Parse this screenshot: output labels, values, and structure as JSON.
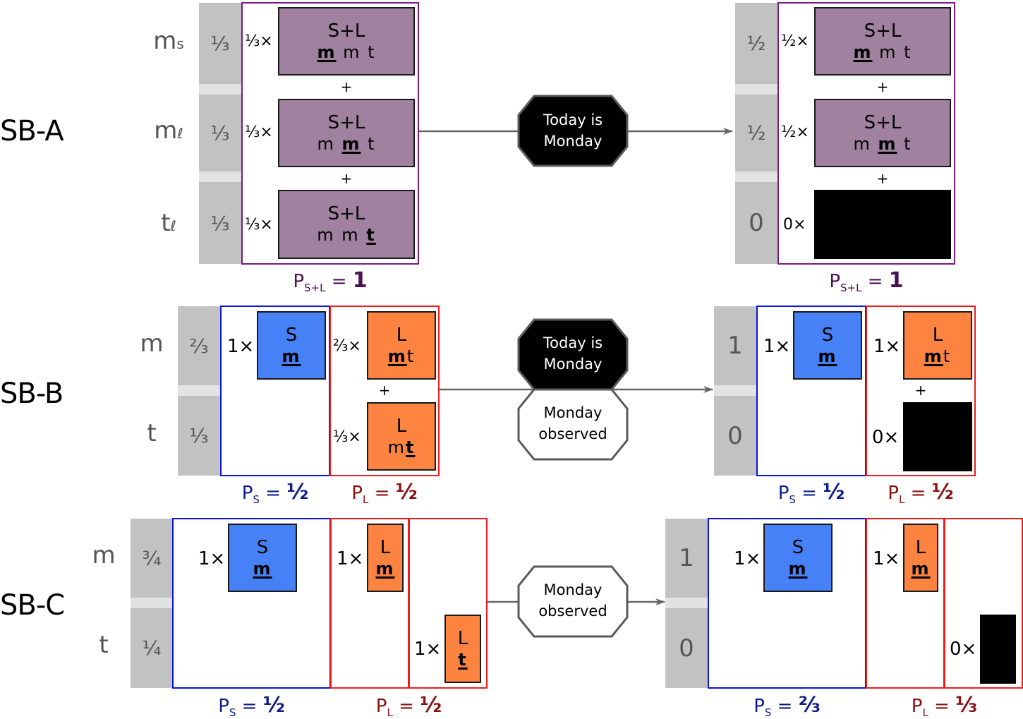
{
  "colors": {
    "purple_frame": "#7b1a86",
    "purple_box": "#a0819f",
    "blue_frame": "#0a14e6",
    "blue_box": "#4681f7",
    "red_frame": "#ee1c1c",
    "orange_box": "#fd8340",
    "prob_bar": "#c2c2c2",
    "arrow": "#666666"
  },
  "events": {
    "today_monday": "Today is Monday",
    "today_monday_l1": "Today is",
    "today_monday_l2": "Monday",
    "monday_observed_l1": "Monday",
    "monday_observed_l2": "observed"
  },
  "sba": {
    "label": "SB-A",
    "rows": [
      {
        "name": "m",
        "sub": "s",
        "prior": "⅓",
        "posterior": "½"
      },
      {
        "name": "m",
        "sub": "ℓ",
        "prior": "⅓",
        "posterior": "½"
      },
      {
        "name": "t",
        "sub": "ℓ",
        "prior": "⅓",
        "posterior": "0"
      }
    ],
    "before": {
      "boxes": [
        {
          "coef": "⅓×",
          "title": "S+L",
          "days": [
            "m",
            "m",
            "t"
          ],
          "highlight": 0
        },
        {
          "coef": "⅓×",
          "title": "S+L",
          "days": [
            "m",
            "m",
            "t"
          ],
          "highlight": 1
        },
        {
          "coef": "⅓×",
          "title": "S+L",
          "days": [
            "m",
            "m",
            "t"
          ],
          "highlight": 2
        }
      ],
      "plus": "+",
      "p_label": "P",
      "p_sub": "S+L",
      "p_eq": " = ",
      "p_val": "1"
    },
    "after": {
      "boxes": [
        {
          "coef": "½×",
          "title": "S+L",
          "days": [
            "m",
            "m",
            "t"
          ],
          "highlight": 0
        },
        {
          "coef": "½×",
          "title": "S+L",
          "days": [
            "m",
            "m",
            "t"
          ],
          "highlight": 1
        },
        {
          "coef": "0×",
          "eliminated": true
        }
      ],
      "plus": "+",
      "p_label": "P",
      "p_sub": "S+L",
      "p_eq": " = ",
      "p_val": "1"
    }
  },
  "sbb": {
    "label": "SB-B",
    "rows": [
      {
        "name": "m",
        "prior": "⅔",
        "posterior": "1"
      },
      {
        "name": "t",
        "prior": "⅓",
        "posterior": "0"
      }
    ],
    "before": {
      "s_box": {
        "coef": "1×",
        "title": "S",
        "days": [
          "m"
        ],
        "highlight": 0
      },
      "l_boxes": [
        {
          "coef": "⅔×",
          "title": "L",
          "days": [
            "m",
            "t"
          ],
          "highlight": 0
        },
        {
          "coef": "⅓×",
          "title": "L",
          "days": [
            "m",
            "t"
          ],
          "highlight": 1
        }
      ],
      "plus": "+",
      "ps": {
        "label": "P",
        "sub": "S",
        "eq": " = ",
        "val": "½"
      },
      "pl": {
        "label": "P",
        "sub": "L",
        "eq": " = ",
        "val": "½"
      }
    },
    "after": {
      "s_box": {
        "coef": "1×",
        "title": "S",
        "days": [
          "m"
        ],
        "highlight": 0
      },
      "l_boxes": [
        {
          "coef": "1×",
          "title": "L",
          "days": [
            "m",
            "t"
          ],
          "highlight": 0
        },
        {
          "coef": "0×",
          "eliminated": true
        }
      ],
      "plus": "+",
      "ps": {
        "label": "P",
        "sub": "S",
        "eq": " = ",
        "val": "½"
      },
      "pl": {
        "label": "P",
        "sub": "L",
        "eq": " = ",
        "val": "½"
      }
    }
  },
  "sbc": {
    "label": "SB-C",
    "rows": [
      {
        "name": "m",
        "prior": "¾",
        "posterior": "1"
      },
      {
        "name": "t",
        "prior": "¼",
        "posterior": "0"
      }
    ],
    "before": {
      "s_box": {
        "coef": "1×",
        "title": "S",
        "days": [
          "m"
        ],
        "highlight": 0
      },
      "l_m_box": {
        "coef": "1×",
        "title": "L",
        "days": [
          "m"
        ],
        "highlight": 0
      },
      "l_t_box": {
        "coef": "1×",
        "title": "L",
        "days": [
          "t"
        ],
        "highlight": 0
      },
      "ps": {
        "label": "P",
        "sub": "S",
        "eq": " = ",
        "val": "½"
      },
      "pl": {
        "label": "P",
        "sub": "L",
        "eq": " = ",
        "val": "½"
      }
    },
    "after": {
      "s_box": {
        "coef": "1×",
        "title": "S",
        "days": [
          "m"
        ],
        "highlight": 0
      },
      "l_m_box": {
        "coef": "1×",
        "title": "L",
        "days": [
          "m"
        ],
        "highlight": 0
      },
      "l_t_box": {
        "coef": "0×",
        "eliminated": true
      },
      "ps": {
        "label": "P",
        "sub": "S",
        "eq": " = ",
        "val": "⅔"
      },
      "pl": {
        "label": "P",
        "sub": "L",
        "eq": " = ",
        "val": "⅓"
      }
    }
  }
}
